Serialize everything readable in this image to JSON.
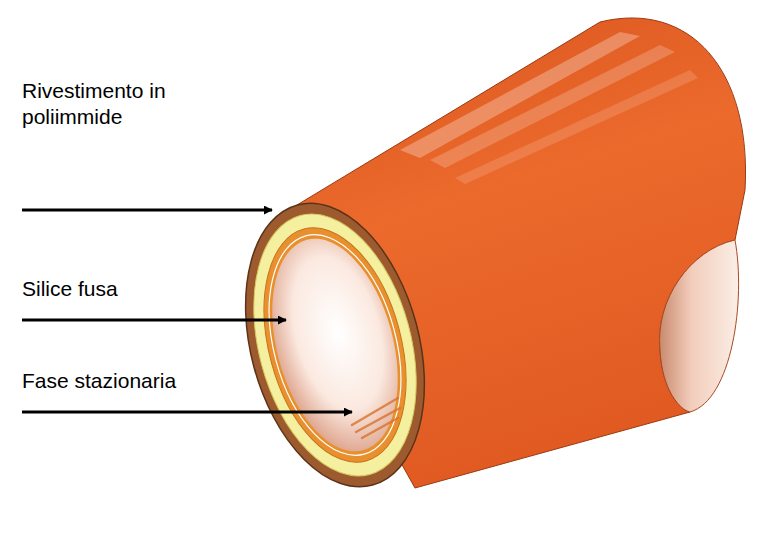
{
  "diagram": {
    "labels": [
      "Rivestimento in poliimmide",
      "Silice fusa",
      "Fase stazionaria"
    ]
  }
}
